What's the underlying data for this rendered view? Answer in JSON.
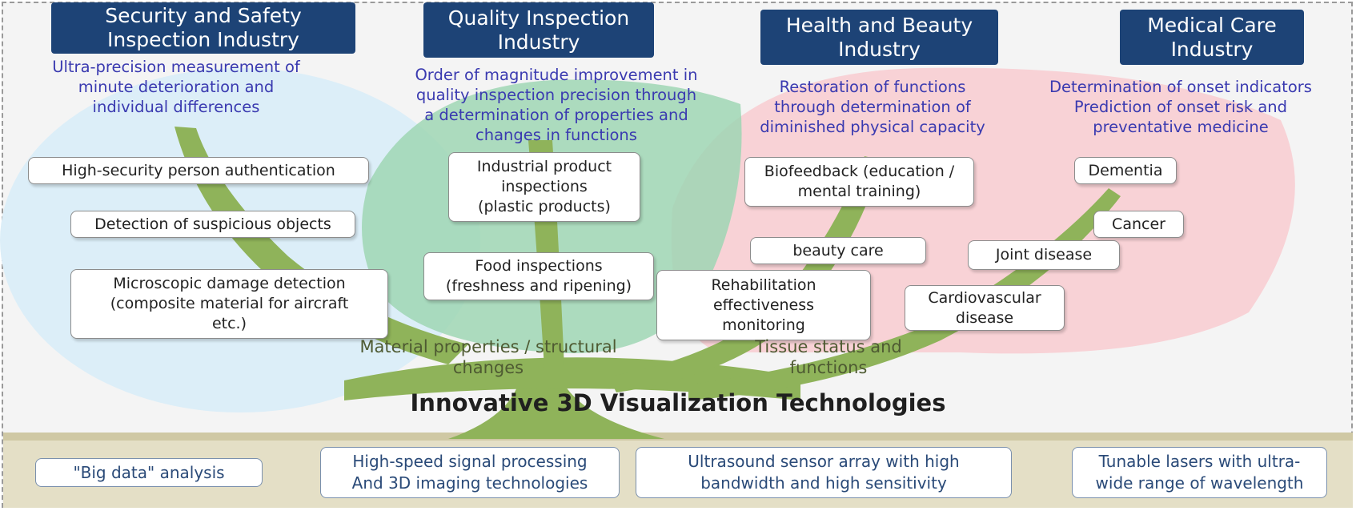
{
  "industries": [
    {
      "title": "Security and Safety\nInspection Industry",
      "description": "Ultra-precision measurement of\nminute deterioration and\nindividual differences"
    },
    {
      "title": "Quality Inspection\nIndustry",
      "description": "Order of magnitude improvement in\nquality inspection precision through\na determination of properties and\nchanges in functions"
    },
    {
      "title": "Health and Beauty\nIndustry",
      "description": "Restoration of functions\nthrough determination of\ndiminished physical capacity"
    },
    {
      "title": "Medical Care\nIndustry",
      "description": "Determination of onset indicators\nPrediction of onset risk and\npreventative medicine"
    }
  ],
  "applications": {
    "security": [
      "High-security person authentication",
      "Detection of suspicious objects",
      "Microscopic damage detection\n(composite material for aircraft\netc.)"
    ],
    "quality": [
      "Industrial product\ninspections\n(plastic products)",
      "Food inspections\n(freshness and ripening)"
    ],
    "health": [
      "Biofeedback (education /\nmental training)",
      "beauty care",
      "Rehabilitation\neffectiveness\nmonitoring"
    ],
    "medical": [
      "Dementia",
      "Cancer",
      "Joint disease",
      "Cardiovascular\ndisease"
    ]
  },
  "branch_labels": {
    "material": "Material properties / structural\nchanges",
    "tissue": "Tissue status and\nfunctions"
  },
  "main_title": "Innovative 3D Visualization Technologies",
  "technologies": [
    "\"Big data\" analysis",
    "High-speed signal processing\nAnd 3D imaging technologies",
    "Ultrasound sensor array with high\nbandwidth and high sensitivity",
    "Tunable lasers with ultra-\nwide range of wavelength"
  ],
  "colors": {
    "header_bg": "#1d4376",
    "description_text": "#3a3ab0",
    "security_region": "#dceef8",
    "quality_region": "#9fd6b4",
    "health_region": "#f8d2d6",
    "tree": "#8fb35a",
    "ground": "#cfc8a4"
  }
}
